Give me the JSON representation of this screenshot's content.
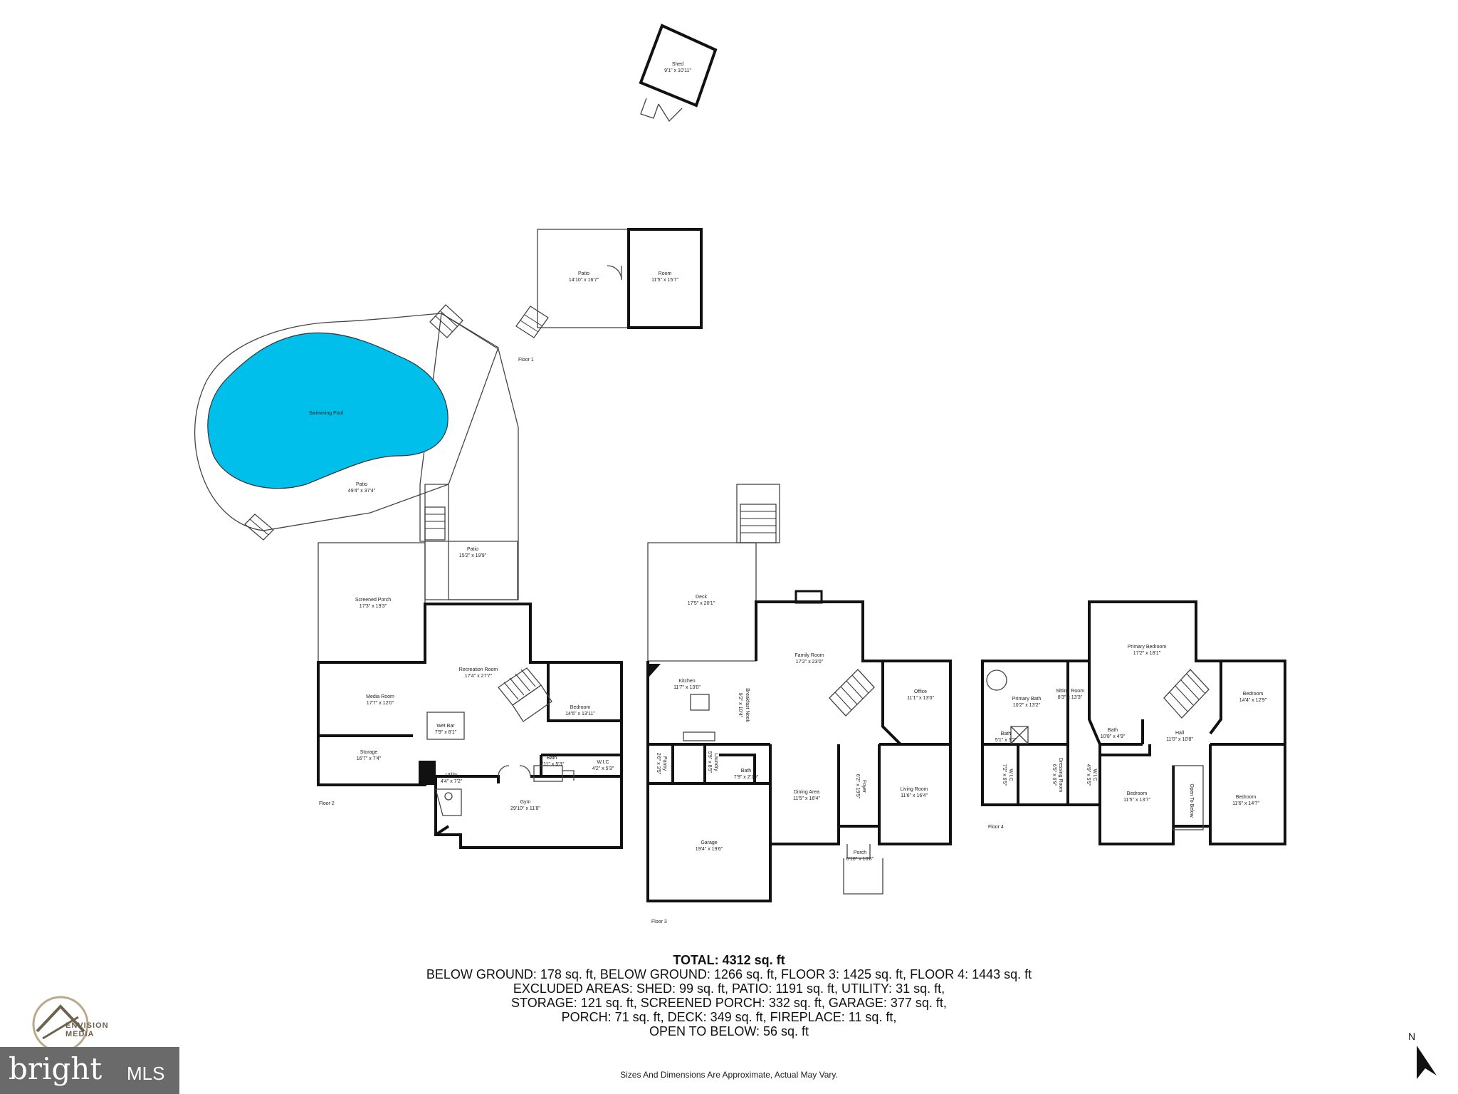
{
  "floors": {
    "floor1": "Floor 1",
    "floor2": "Floor 2",
    "floor3": "Floor 3",
    "floor4": "Floor 4"
  },
  "rooms": {
    "shed": {
      "name": "Shed",
      "dim": "9'1\" x 10'11\""
    },
    "patio_f1": {
      "name": "Patio",
      "dim": "14'10\" x 16'7\""
    },
    "room_f1": {
      "name": "Room",
      "dim": "11'5\" x 15'7\""
    },
    "swimming_pool": {
      "name": "Swimming Pool",
      "dim": ""
    },
    "patio_big": {
      "name": "Patio",
      "dim": "49'4\" x 37'4\""
    },
    "patio_small": {
      "name": "Patio",
      "dim": "15'2\" x 19'9\""
    },
    "screened_porch": {
      "name": "Screened Porch",
      "dim": "17'3\" x 19'3\""
    },
    "recreation_room": {
      "name": "Recreation Room",
      "dim": "17'4\" x 27'7\""
    },
    "media_room": {
      "name": "Media Room",
      "dim": "17'7\" x 12'0\""
    },
    "bedroom_f2": {
      "name": "Bedroom",
      "dim": "14'6\" x 13'11\""
    },
    "wet_bar": {
      "name": "Wet Bar",
      "dim": "7'9\" x 8'1\""
    },
    "storage": {
      "name": "Storage",
      "dim": "16'7\" x 7'4\""
    },
    "bath_f2": {
      "name": "Bath",
      "dim": "9'11\" x 5'3\""
    },
    "wic_f2": {
      "name": "W.I.C",
      "dim": "4'2\" x 5'3\""
    },
    "utility": {
      "name": "Utility",
      "dim": "4'4\" x 7'2\""
    },
    "gym": {
      "name": "Gym",
      "dim": "29'10\" x 11'8\""
    },
    "deck": {
      "name": "Deck",
      "dim": "17'5\" x 20'1\""
    },
    "family_room": {
      "name": "Family Room",
      "dim": "17'2\" x 23'0\""
    },
    "kitchen": {
      "name": "Kitchen",
      "dim": "11'7\" x 13'0\""
    },
    "breakfast_nook": {
      "name": "Breakfast Nook",
      "dim": "9'2\" x 10'4\""
    },
    "office": {
      "name": "Office",
      "dim": "11'1\" x 13'0\""
    },
    "pantry": {
      "name": "Pantry",
      "dim": "2'6\" x 3'5\""
    },
    "laundry": {
      "name": "Laundry",
      "dim": "5'9\" x 8'5\""
    },
    "bath_f3": {
      "name": "Bath",
      "dim": "7'9\" x 2'10\""
    },
    "dining_area": {
      "name": "Dining Area",
      "dim": "11'5\" x 16'4\""
    },
    "foyer": {
      "name": "Foyer",
      "dim": "6'2\" x 19'5\""
    },
    "living_room": {
      "name": "Living Room",
      "dim": "11'6\" x 16'4\""
    },
    "garage": {
      "name": "Garage",
      "dim": "19'4\" x 19'6\""
    },
    "porch": {
      "name": "Porch",
      "dim": "6'10\" x 10'8\""
    },
    "primary_bedroom": {
      "name": "Primary Bedroom",
      "dim": "17'2\" x 18'1\""
    },
    "sitting_room": {
      "name": "Sitting Room",
      "dim": "8'3\" x 13'3\""
    },
    "primary_bath": {
      "name": "Primary Bath",
      "dim": "10'2\" x 13'2\""
    },
    "bath_f4a": {
      "name": "Bath",
      "dim": "5'1\" x 3'2\""
    },
    "bath_f4b": {
      "name": "Bath",
      "dim": "10'8\" x 4'9\""
    },
    "bedroom_f4a": {
      "name": "Bedroom",
      "dim": "14'4\" x 12'9\""
    },
    "hall": {
      "name": "Hall",
      "dim": "11'0\" x 10'8\""
    },
    "wic_f4a": {
      "name": "W.I.C",
      "dim": "7'2\" x 6'5\""
    },
    "dressing_room": {
      "name": "Dressing Room",
      "dim": "6'5\" x 6'9\""
    },
    "wic_f4b": {
      "name": "W.I.C",
      "dim": "4'9\" x 5'5\""
    },
    "bedroom_f4b": {
      "name": "Bedroom",
      "dim": "11'5\" x 13'7\""
    },
    "open_to_below": {
      "name": "Open To Below",
      "dim": ""
    },
    "bedroom_f4c": {
      "name": "Bedroom",
      "dim": "11'6\" x 14'7\""
    }
  },
  "summary": {
    "total": "TOTAL: 4312 sq. ft",
    "line1": "BELOW GROUND: 178 sq. ft, BELOW GROUND: 1266 sq. ft, FLOOR 3: 1425 sq. ft, FLOOR 4: 1443 sq. ft",
    "line2": "EXCLUDED AREAS: SHED: 99 sq. ft, PATIO: 1191 sq. ft, UTILITY: 31 sq. ft,",
    "line3": "STORAGE: 121 sq. ft, SCREENED PORCH: 332 sq. ft, GARAGE: 377 sq. ft,",
    "line4": "PORCH: 71 sq. ft, DECK: 349 sq. ft, FIREPLACE: 11 sq. ft,",
    "line5": "OPEN TO BELOW: 56 sq. ft"
  },
  "disclaimer": "Sizes And Dimensions Are Approximate, Actual May Vary.",
  "logos": {
    "envision": "ENVISION MEDIA",
    "bright_word": "bright",
    "bright_mls": "MLS"
  },
  "compass": "N",
  "colors": {
    "pool": "#00c0eb",
    "wall": "#111111",
    "logo_bg": "#6a6a6a"
  }
}
